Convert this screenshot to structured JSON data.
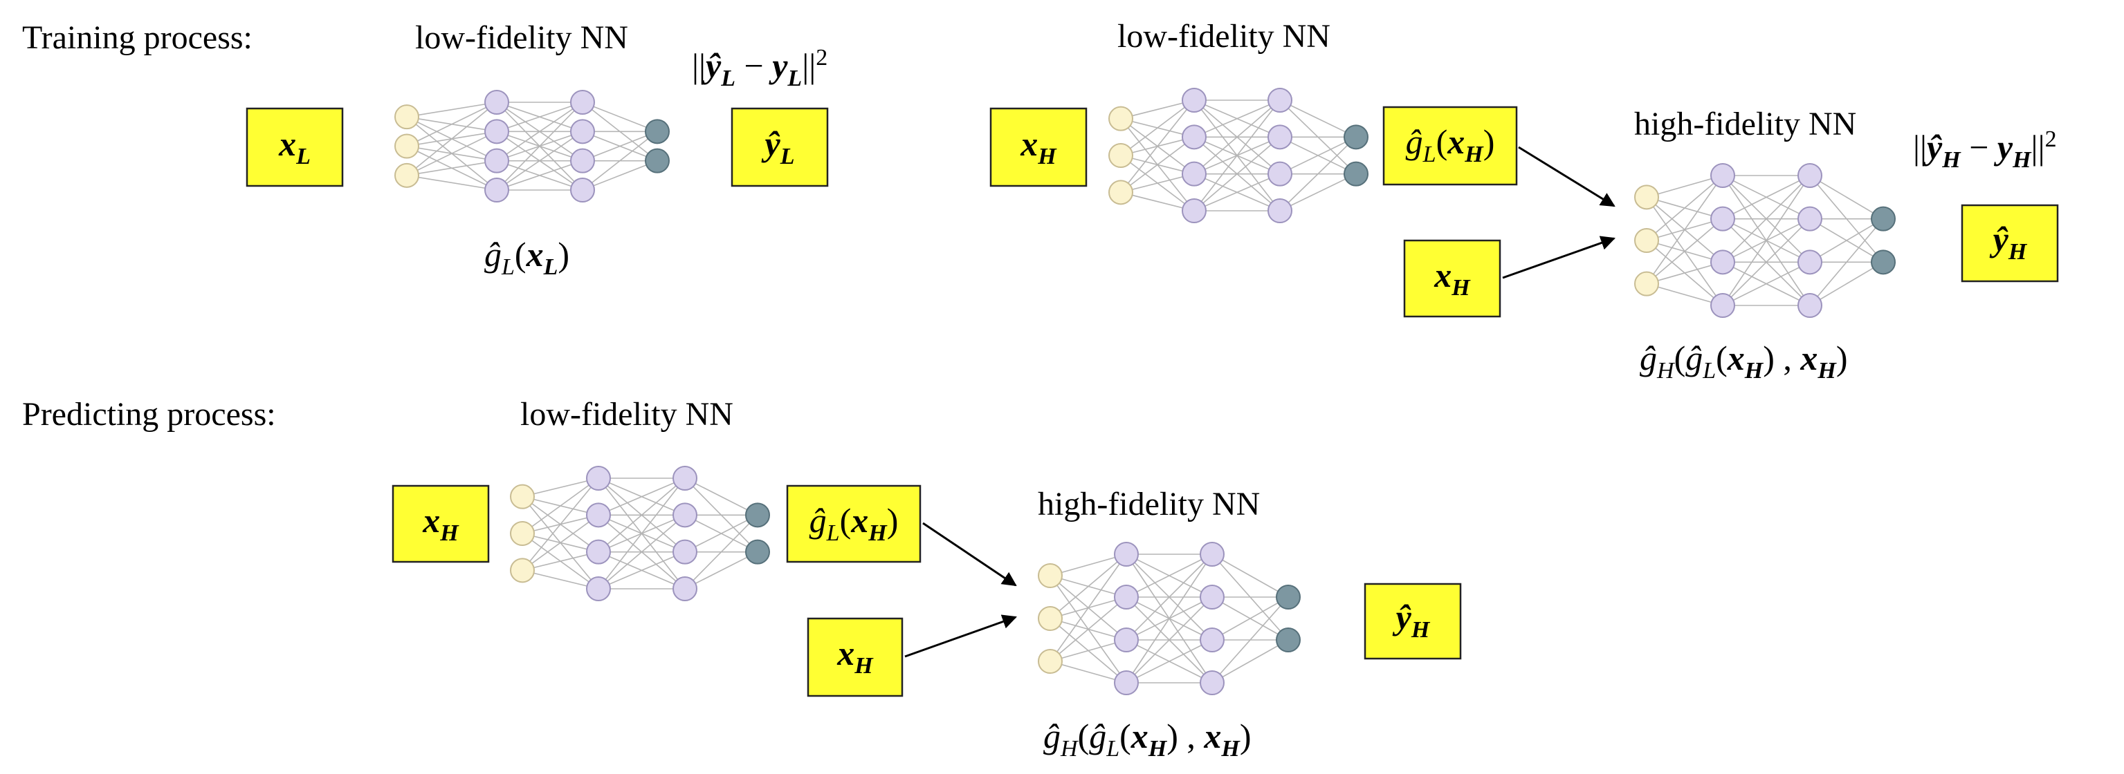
{
  "training": {
    "section_label": "Training process:",
    "low_nn": {
      "title": "low-fidelity NN",
      "input_box": "x_L",
      "output_box": "ŷ_L",
      "loss_label": "||ŷ_L − y_L||²",
      "function_label": "ĝ_L(x_L)"
    },
    "high_stage": {
      "low_nn_title": "low-fidelity NN",
      "input_box": "x_H",
      "low_output_box": "ĝ_L(x_H)",
      "extra_input_box": "x_H",
      "high_nn_title": "high-fidelity NN",
      "output_box": "ŷ_H",
      "loss_label": "||ŷ_H − y_H||²",
      "function_label": "ĝ_H(ĝ_L(x_H) , x_H)"
    }
  },
  "predicting": {
    "section_label": "Predicting process:",
    "low_nn_title": "low-fidelity NN",
    "input_box": "x_H",
    "low_output_box": "ĝ_L(x_H)",
    "extra_input_box": "x_H",
    "high_nn_title": "high-fidelity NN",
    "output_box": "ŷ_H",
    "function_label": "ĝ_H(ĝ_L(x_H) , x_H)"
  },
  "network": {
    "layers": [
      3,
      4,
      4,
      2
    ]
  },
  "colors": {
    "box_fill": "#ffff33",
    "input_node": "#fbf3cf",
    "hidden_node": "#dcd5ef",
    "output_node": "#7d97a1",
    "edge": "#b5b5b5"
  }
}
